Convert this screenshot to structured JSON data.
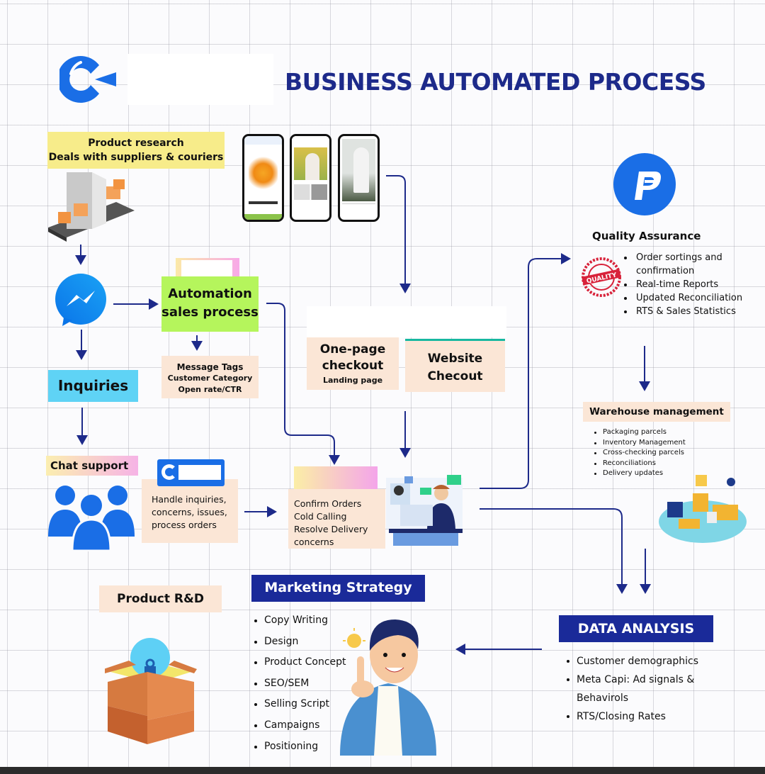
{
  "header": {
    "title": "BUSINESS AUTOMATED PROCESS",
    "logo_icon": "brand-c-logo-icon"
  },
  "colors": {
    "title_navy": "#1d2a8a",
    "arrow_navy": "#1d2a8a",
    "brand_blue": "#1a6ee6",
    "header_box_navy": "#1a2a99",
    "yellow": "#f7ec8a",
    "green": "#b5f55c",
    "peach": "#fbe6d6",
    "cyan": "#5fd3f5",
    "teal_accent": "#17b8a0"
  },
  "sourcing": {
    "line1": "Product research",
    "line2": "Deals with suppliers & couriers",
    "illustration": "conveyor-belt-icon"
  },
  "ads": {
    "phones": [
      "facebook-ad-product",
      "facebook-ad-fashion",
      "story-ad-fashion"
    ]
  },
  "messenger": {
    "icon": "messenger-icon"
  },
  "automation": {
    "line1": "Automation",
    "line2": "sales process",
    "details": [
      "Message Tags",
      "Customer Category",
      "Open rate/CTR"
    ]
  },
  "inquiries": {
    "label": "Inquiries"
  },
  "chat_support": {
    "label": "Chat support",
    "description": [
      "Handle inquiries,",
      "concerns, issues,",
      "process orders"
    ]
  },
  "checkout": {
    "one_page_line1": "One-page",
    "one_page_line2": "checkout",
    "one_page_sub": "Landing page",
    "website_line1": "Website",
    "website_line2": "Checout"
  },
  "call_center": {
    "tasks": [
      "Confirm Orders",
      "Cold Calling",
      "Resolve Delivery",
      "concerns"
    ]
  },
  "quality_assurance": {
    "title": "Quality Assurance",
    "logo_icon": "p-arrow-logo-icon",
    "stamp_icon": "quality-stamp-icon",
    "items": [
      "Order sortings and confirmation",
      "Real-time Reports",
      "Updated Reconciliation",
      "RTS & Sales Statistics"
    ]
  },
  "warehouse": {
    "title": "Warehouse management",
    "items": [
      "Packaging parcels",
      "Inventory Management",
      "Cross-checking parcels",
      "Reconciliations",
      "Delivery updates"
    ]
  },
  "product_rnd": {
    "label": "Product R&D"
  },
  "marketing": {
    "title": "Marketing Strategy",
    "items": [
      "Copy Writing",
      "Design",
      "Product Concept",
      "SEO/SEM",
      "Selling Script",
      "Campaigns",
      "Positioning"
    ]
  },
  "data_analysis": {
    "title": "DATA ANALYSIS",
    "items": [
      "Customer demographics",
      "Meta Capi: Ad signals & Behavirols",
      "RTS/Closing Rates"
    ]
  }
}
